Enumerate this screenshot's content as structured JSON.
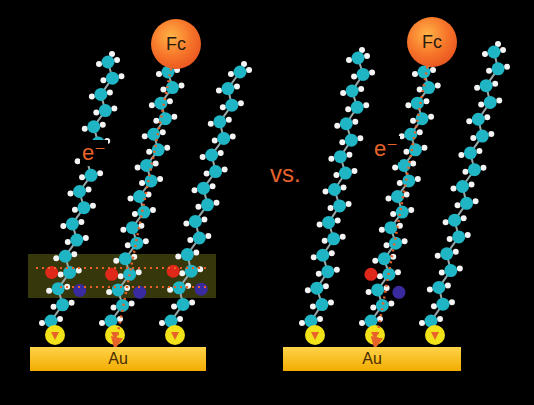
{
  "diagram": {
    "nodes": [
      {
        "text": [
          "Fc"
        ]
      },
      {
        "text": [
          "Au"
        ]
      },
      {
        "text": [
          "Fc"
        ]
      },
      {
        "text": [
          "Au"
        ]
      }
    ],
    "edges": [
      {
        "from": 0,
        "to": 1,
        "arrow": "to",
        "label": "e⁻"
      },
      {
        "from": 2,
        "to": 3,
        "arrow": "to",
        "label": "e⁻"
      }
    ],
    "labels": [
      "vs."
    ]
  }
}
